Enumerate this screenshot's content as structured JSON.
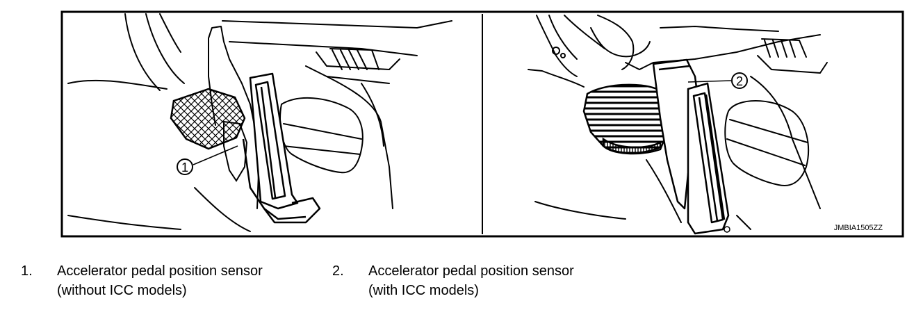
{
  "figure": {
    "code": "JMBIA1505ZZ",
    "callout_left": "1",
    "callout_right": "2"
  },
  "legend": [
    {
      "number": "1.",
      "line1": "Accelerator pedal position sensor",
      "line2": "(without ICC models)"
    },
    {
      "number": "2.",
      "line1": "Accelerator pedal position sensor",
      "line2": "(with ICC models)"
    }
  ]
}
